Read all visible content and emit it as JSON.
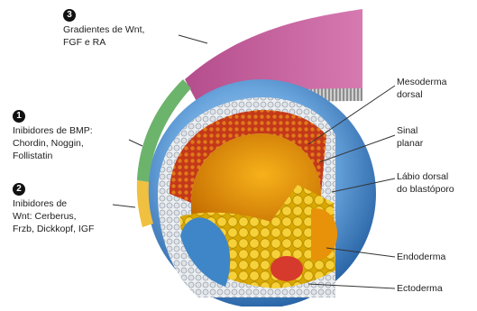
{
  "callouts_left": [
    {
      "number": "3",
      "lines": [
        "Gradientes de Wnt,",
        "FGF e RA"
      ]
    },
    {
      "number": "1",
      "lines": [
        "Inibidores de BMP:",
        "Chordin, Noggin,",
        "Follistatin"
      ]
    },
    {
      "number": "2",
      "lines": [
        "Inibidores de",
        "Wnt: Cerberus,",
        "Frzb, Dickkopf, IGF"
      ]
    }
  ],
  "labels_right": [
    {
      "lines": [
        "Mesoderma",
        "dorsal"
      ]
    },
    {
      "lines": [
        "Sinal",
        "planar"
      ]
    },
    {
      "lines": [
        "Lábio dorsal",
        "do blastóporo"
      ]
    },
    {
      "lines": [
        "Endoderma"
      ]
    },
    {
      "lines": [
        "Ectoderma"
      ]
    }
  ],
  "colors": {
    "gradient_band": "#cc5a9a",
    "bmp_inhibitor_band": "#6cb36c",
    "wnt_inhibitor_band": "#f0c040",
    "ectoderm_blue": "#3a7fc2",
    "mesoderm_red": "#c83a1a",
    "endoderm_yellow": "#f2c400",
    "cavity_orange": "#e08a00"
  }
}
